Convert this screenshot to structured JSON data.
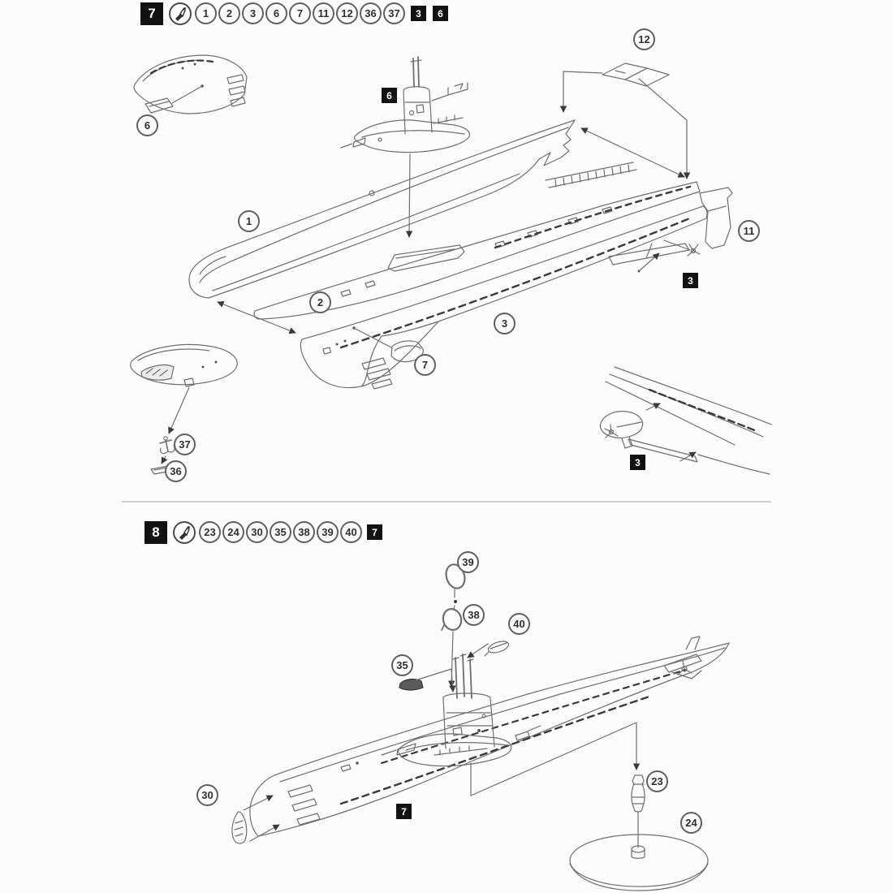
{
  "step7": {
    "badge": "7",
    "header_parts": [
      "1",
      "2",
      "3",
      "6",
      "7",
      "11",
      "12",
      "36",
      "37"
    ],
    "header_squares": [
      "3",
      "6"
    ],
    "labels": {
      "part6": "6",
      "square6": "6",
      "part12": "12",
      "part1": "1",
      "part2": "2",
      "part3": "3",
      "part11": "11",
      "square3_stern": "3",
      "part37": "37",
      "part36": "36",
      "part7": "7",
      "square3_detail": "3"
    }
  },
  "step8": {
    "badge": "8",
    "header_parts": [
      "23",
      "24",
      "30",
      "35",
      "38",
      "39",
      "40"
    ],
    "header_squares": [
      "7"
    ],
    "labels": {
      "part39": "39",
      "part38": "38",
      "part40": "40",
      "part35": "35",
      "part30": "30",
      "part23": "23",
      "part24": "24",
      "square7": "7"
    }
  },
  "icons": {
    "glue_icon": "cement-glue-tube"
  },
  "colors": {
    "background": "#fcfcfc",
    "line": "#6f6f6f",
    "dark_line": "#3a3a3a",
    "badge_bg": "#121212",
    "badge_text": "#ffffff",
    "circle_border": "#5f5f5f",
    "number_text": "#2f2f2f",
    "divider": "#d0d0d0"
  }
}
